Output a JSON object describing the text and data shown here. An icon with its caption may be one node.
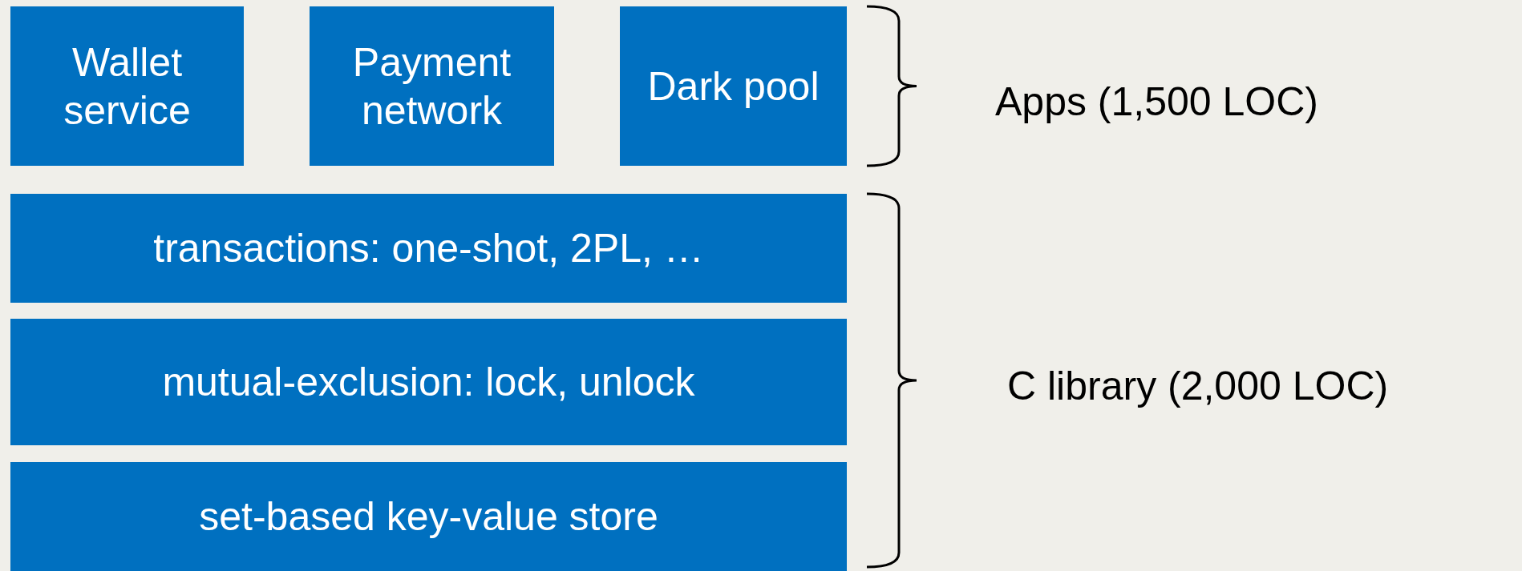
{
  "diagram": {
    "nodes": [
      {
        "text": [
          "Wallet service"
        ]
      },
      {
        "text": [
          "Payment network"
        ]
      },
      {
        "text": [
          "Dark pool"
        ]
      },
      {
        "text": [
          "transactions: one-shot, 2PL, …"
        ]
      },
      {
        "text": [
          "mutual-exclusion: lock, unlock"
        ]
      },
      {
        "text": [
          "set-based key-value store"
        ]
      }
    ],
    "labels": [
      "Apps (1,500 LOC)",
      "C library (2,000 LOC)"
    ]
  }
}
